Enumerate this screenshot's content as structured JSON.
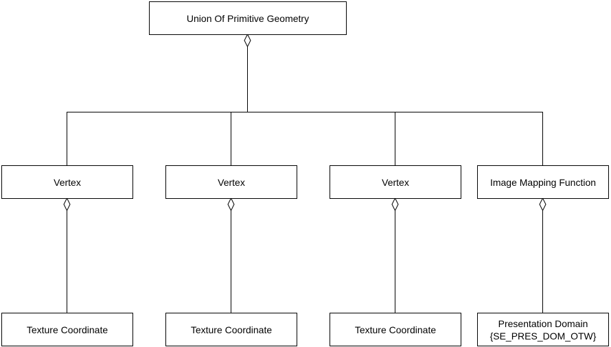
{
  "diagram": {
    "root": {
      "label": "Union Of Primitive Geometry"
    },
    "children": [
      {
        "label": "Vertex",
        "component": {
          "lines": [
            "Texture Coordinate"
          ]
        }
      },
      {
        "label": "Vertex",
        "component": {
          "lines": [
            "Texture Coordinate"
          ]
        }
      },
      {
        "label": "Vertex",
        "component": {
          "lines": [
            "Texture Coordinate"
          ]
        }
      },
      {
        "label": "Image Mapping Function",
        "component": {
          "lines": [
            "Presentation Domain",
            "{SE_PRES_DOM_OTW}"
          ]
        }
      }
    ]
  },
  "colors": {
    "line": "#000000",
    "box_fill": "#ffffff",
    "background": "#ffffff"
  }
}
